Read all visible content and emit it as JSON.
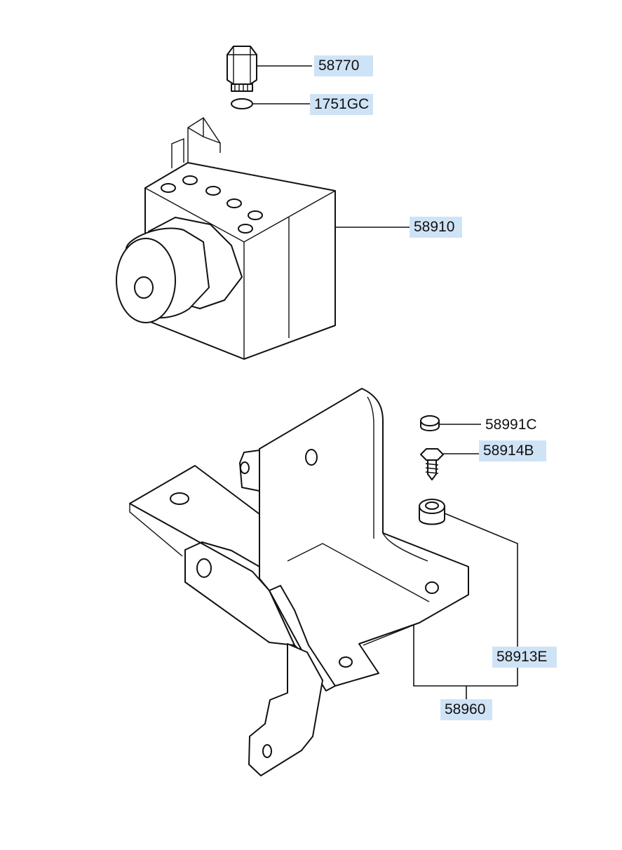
{
  "callouts": {
    "c58770": "58770",
    "c1751gc": "1751GC",
    "c58910": "58910",
    "c58991c": "58991C",
    "c58914b": "58914B",
    "c58913e": "58913E",
    "c58960": "58960"
  },
  "colors": {
    "label_highlight": "#cfe3f7",
    "line": "#111111"
  }
}
